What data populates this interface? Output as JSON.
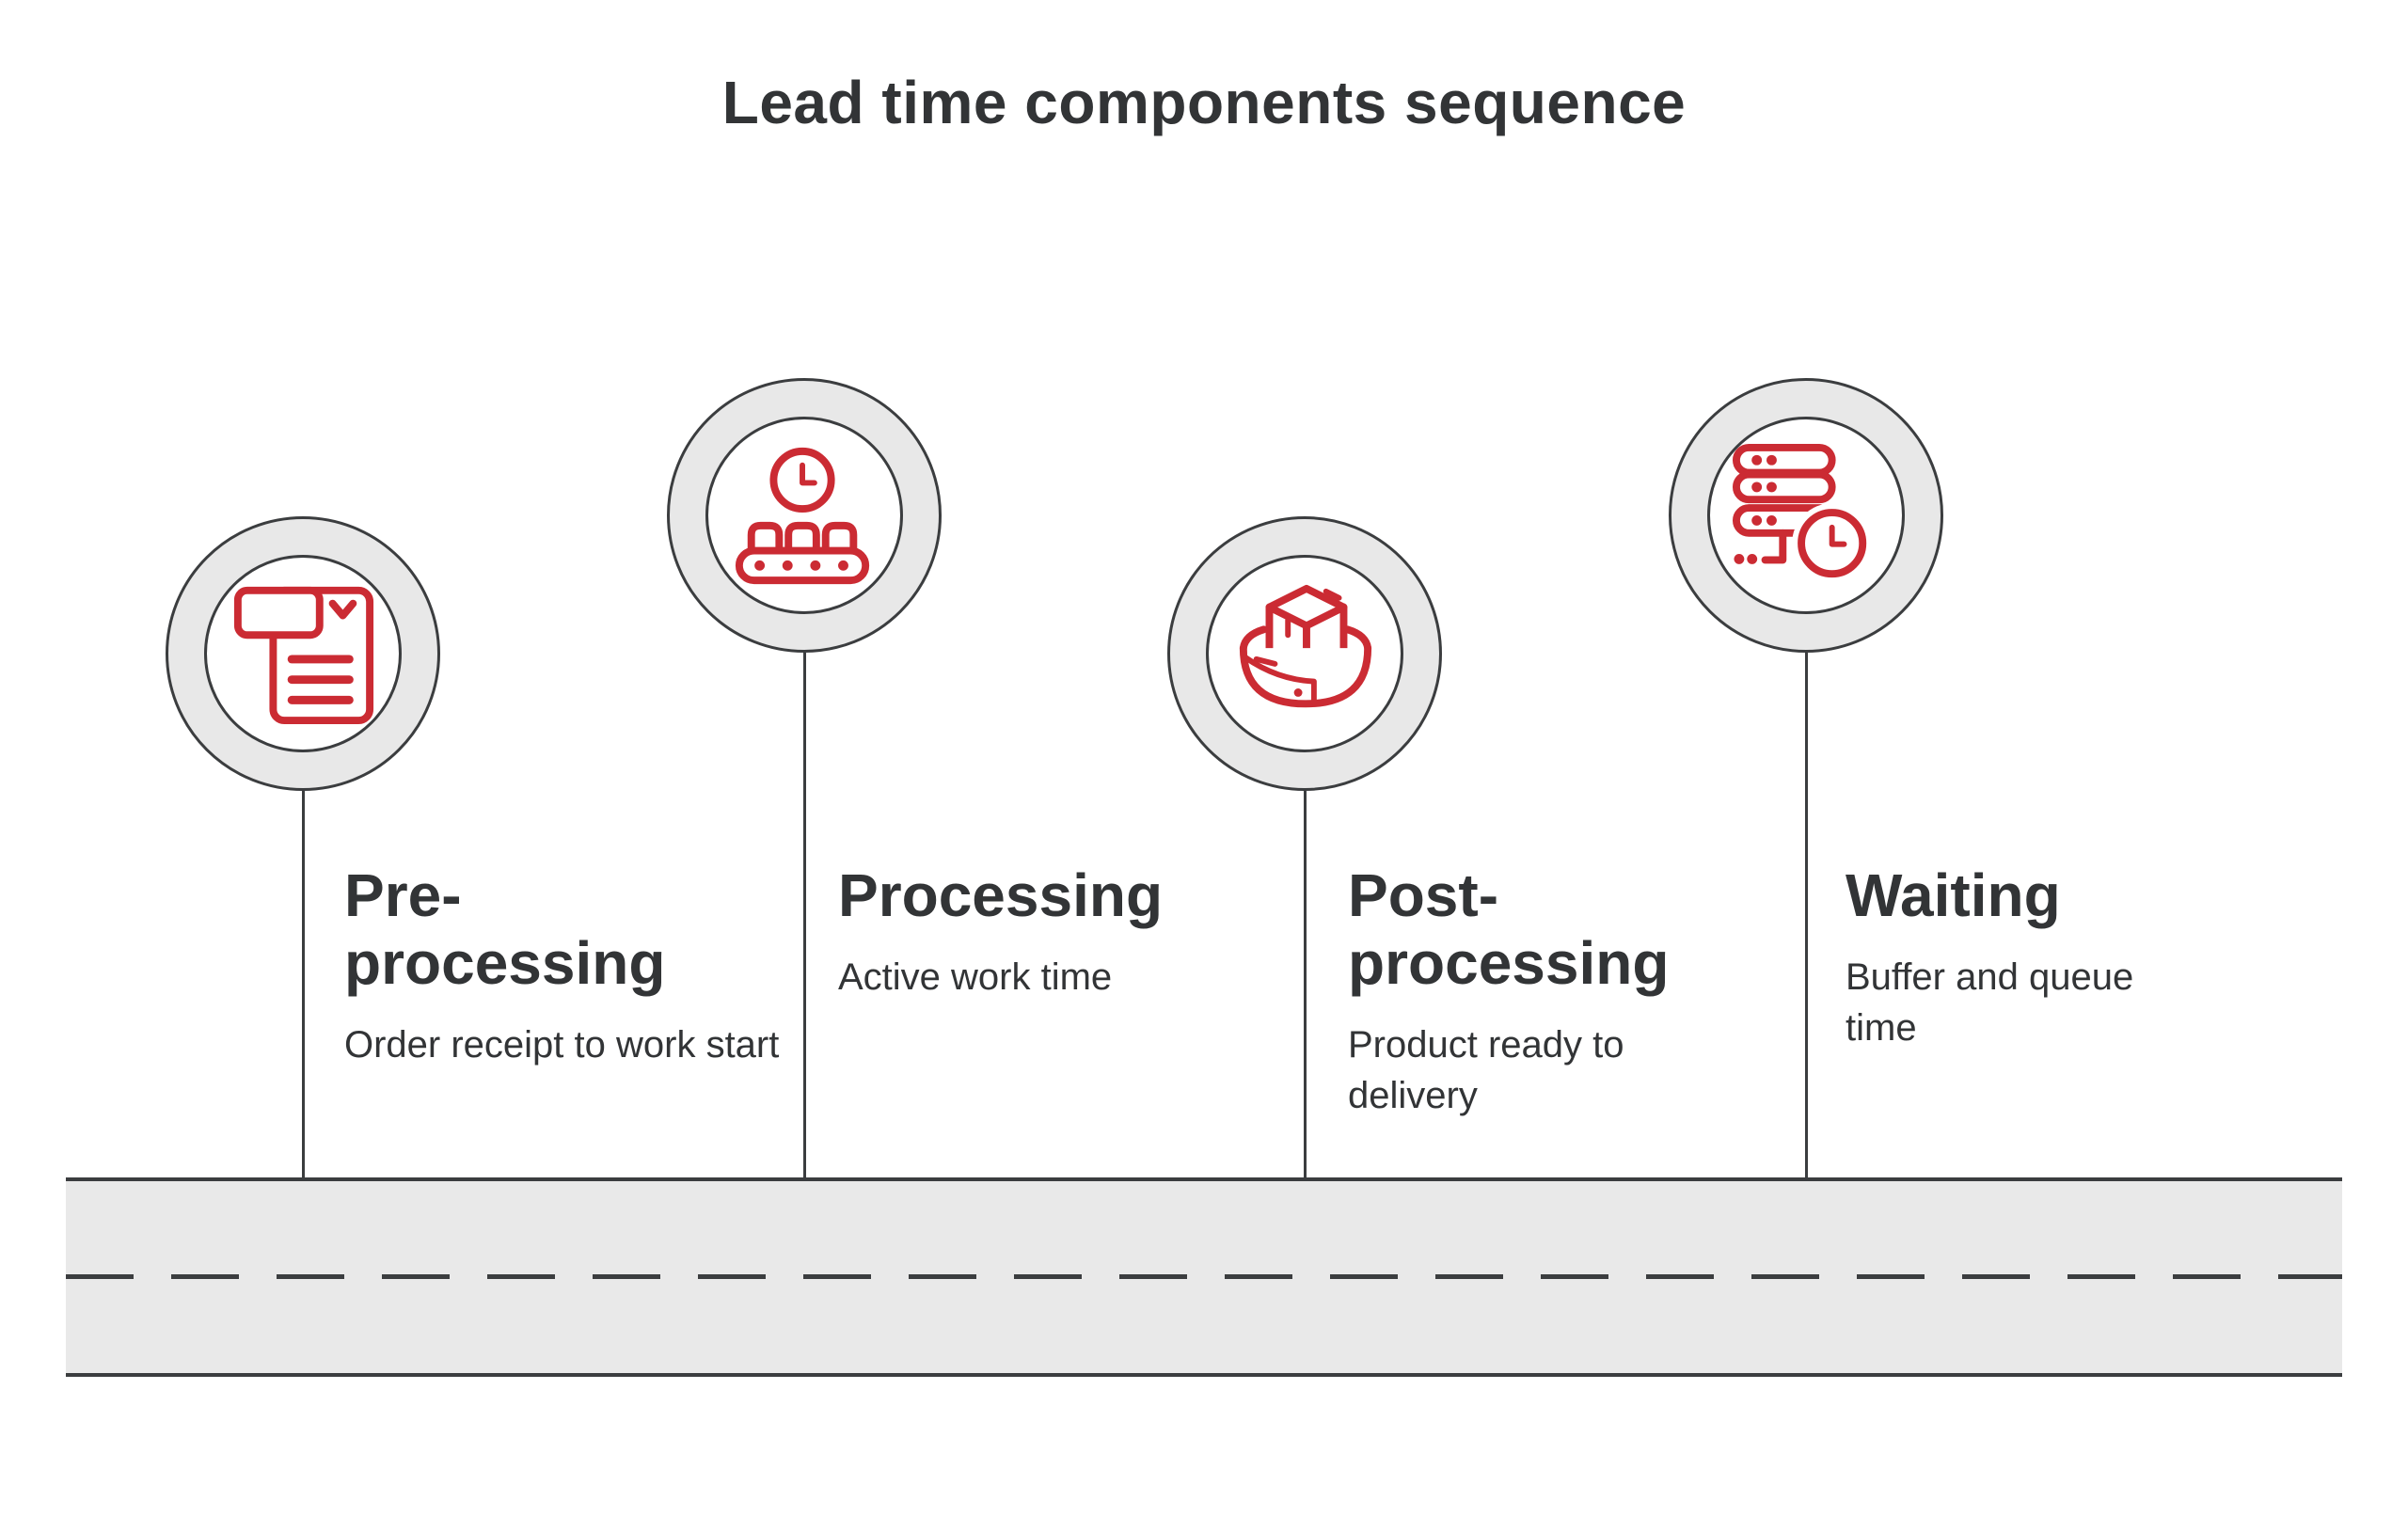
{
  "title": "Lead time components sequence",
  "colors": {
    "accent_red": "#cb2b33",
    "line_dark": "#3b3d3f",
    "ring_fill": "#e8e8e8",
    "road_fill": "#e9e9e9",
    "text": "#323436"
  },
  "milestones": [
    {
      "title": "Pre-processing",
      "description": "Order receipt to work start",
      "icon": "order-document-icon"
    },
    {
      "title": "Processing",
      "description": "Active work time",
      "icon": "conveyor-belt-clock-icon"
    },
    {
      "title": "Post-processing",
      "description": "Product ready to delivery",
      "icon": "package-on-pallet-icon"
    },
    {
      "title": "Waiting",
      "description": "Buffer and queue time",
      "icon": "server-queue-clock-icon"
    }
  ]
}
